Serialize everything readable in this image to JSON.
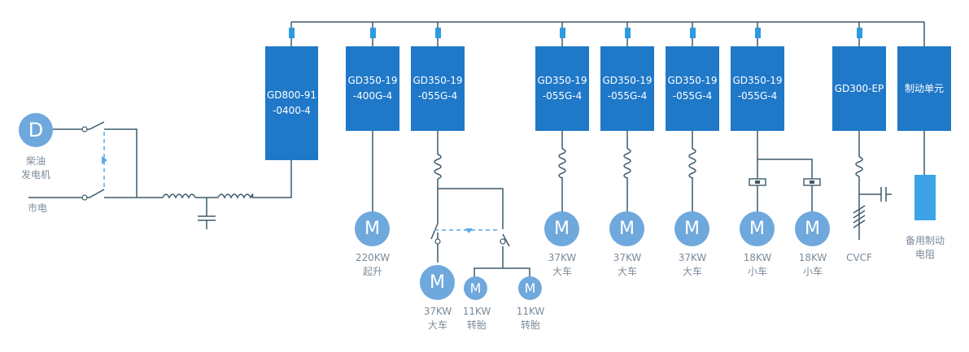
{
  "generator": {
    "symbol": "D",
    "caption_lines": [
      "柴油",
      "发电机"
    ]
  },
  "grid_supply": {
    "caption": "市电"
  },
  "drives": [
    {
      "label_lines": [
        "GD800-91",
        "-0400-4"
      ]
    },
    {
      "label_lines": [
        "GD350-19",
        "-400G-4"
      ]
    },
    {
      "label_lines": [
        "GD350-19",
        "-055G-4"
      ]
    },
    {
      "label_lines": [
        "GD350-19",
        "-055G-4"
      ]
    },
    {
      "label_lines": [
        "GD350-19",
        "-055G-4"
      ]
    },
    {
      "label_lines": [
        "GD350-19",
        "-055G-4"
      ]
    },
    {
      "label_lines": [
        "GD350-19",
        "-055G-4"
      ]
    },
    {
      "label_lines": [
        "GD300-EP"
      ]
    },
    {
      "label_lines": [
        "制动单元"
      ]
    }
  ],
  "motors": [
    {
      "symbol": "M",
      "power": "220KW",
      "role": "起升"
    },
    {
      "symbol": "M",
      "power": "37KW",
      "role": "大车"
    },
    {
      "symbol": "M",
      "power": "11KW",
      "role": "转胎"
    },
    {
      "symbol": "M",
      "power": "11KW",
      "role": "转胎"
    },
    {
      "symbol": "M",
      "power": "37KW",
      "role": "大车"
    },
    {
      "symbol": "M",
      "power": "37KW",
      "role": "大车"
    },
    {
      "symbol": "M",
      "power": "37KW",
      "role": "大车"
    },
    {
      "symbol": "M",
      "power": "18KW",
      "role": "小车"
    },
    {
      "symbol": "M",
      "power": "18KW",
      "role": "小车"
    }
  ],
  "cvcf": {
    "caption": "CVCF"
  },
  "brake_resistor": {
    "caption_lines": [
      "备用制动",
      "电阻"
    ]
  },
  "colors": {
    "box": "#1f78c8",
    "motor": "#6fa8dc",
    "line": "#3d5a6b",
    "dashed": "#5aa9e6",
    "caption": "#7a8a99",
    "resistor": "#3ba3e6"
  }
}
